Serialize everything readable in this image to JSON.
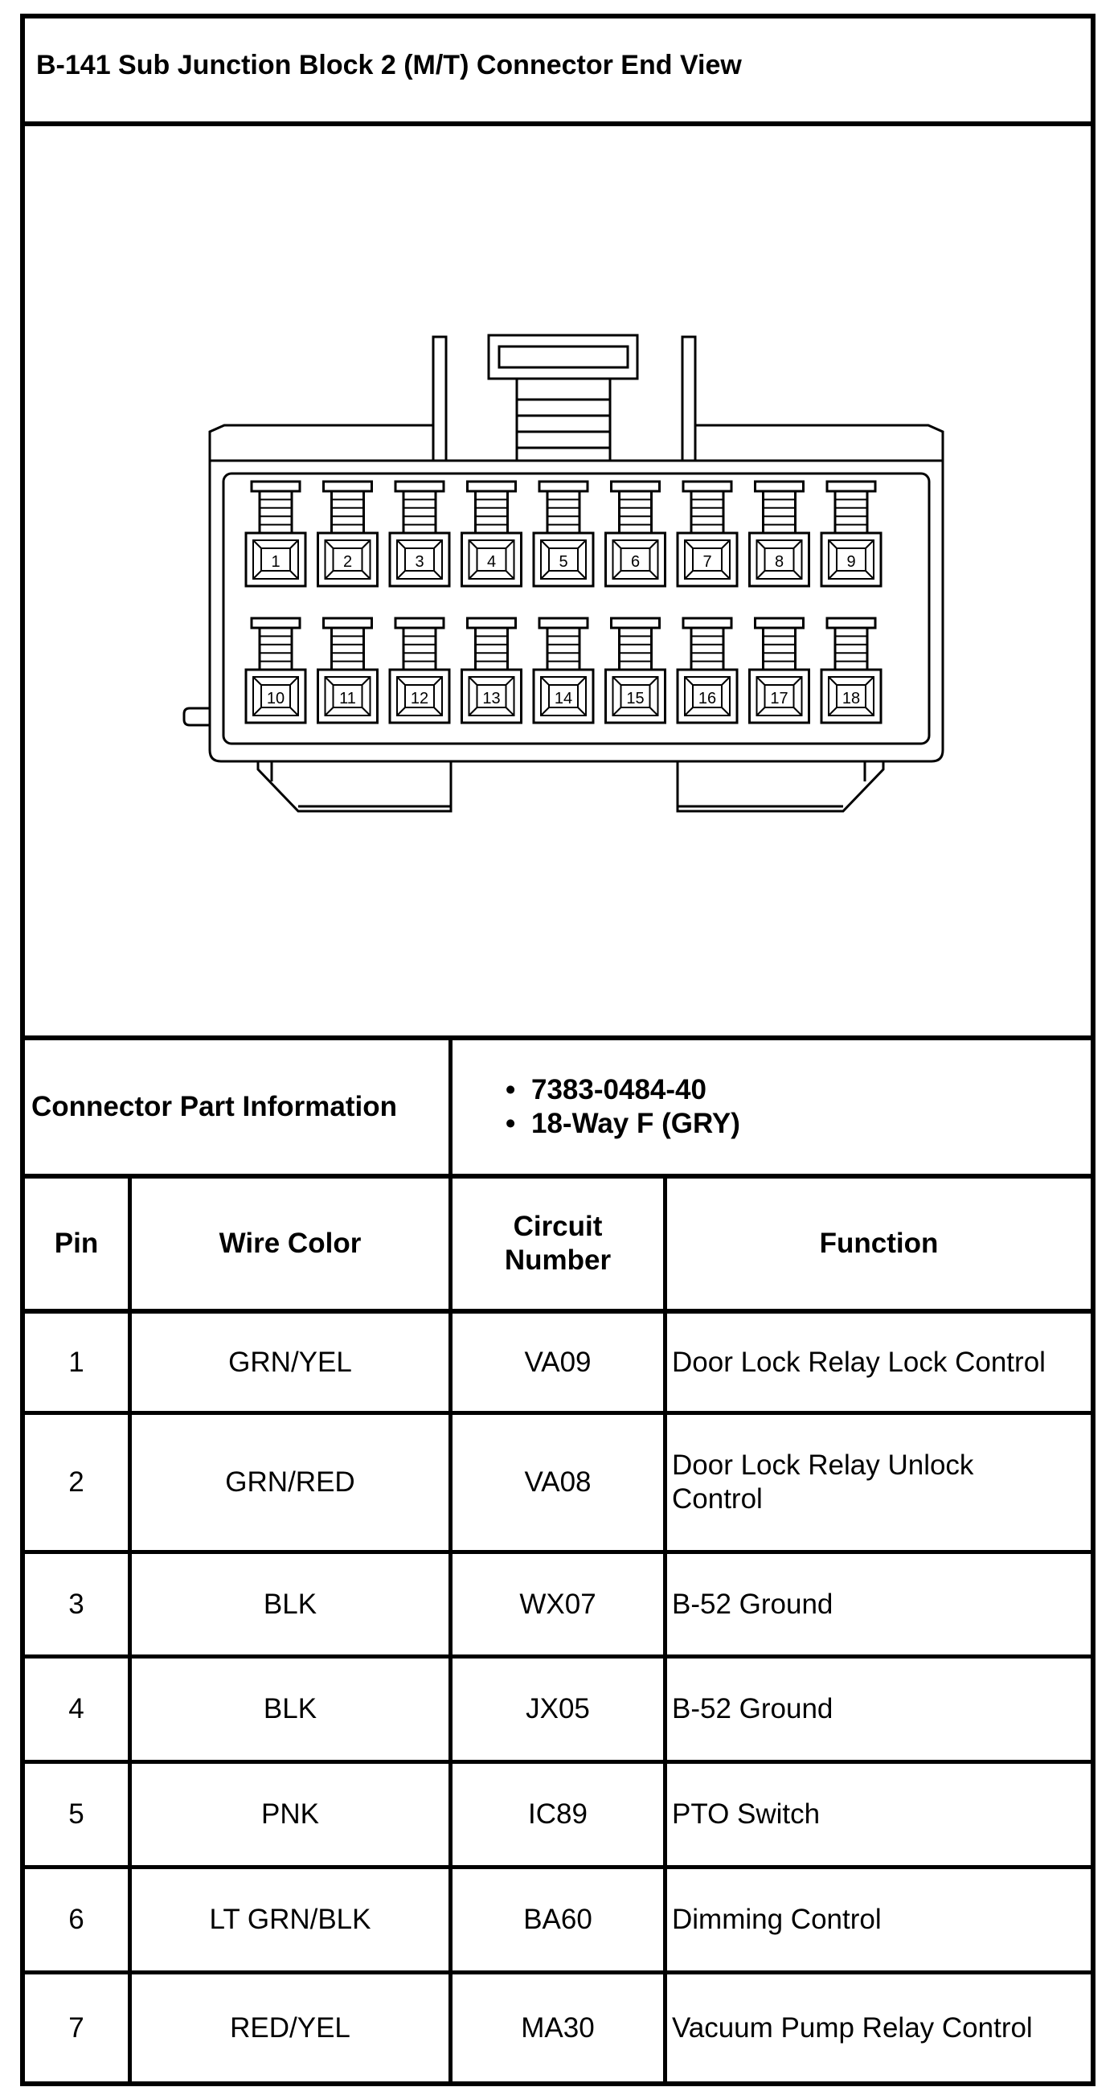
{
  "title": "B-141 Sub Junction Block 2 (M/T) Connector End View",
  "connector": {
    "pins_row1": [
      "1",
      "2",
      "3",
      "4",
      "5",
      "6",
      "7",
      "8",
      "9"
    ],
    "pins_row2": [
      "10",
      "11",
      "12",
      "13",
      "14",
      "15",
      "16",
      "17",
      "18"
    ]
  },
  "part_info": {
    "label": "Connector Part Information",
    "items": [
      "7383-0484-40",
      "18-Way F (GRY)"
    ]
  },
  "table": {
    "headers": [
      "Pin",
      "Wire Color",
      "Circuit Number",
      "Function"
    ],
    "rows": [
      {
        "pin": "1",
        "color": "GRN/YEL",
        "circuit": "VA09",
        "function": "Door Lock Relay Lock Control"
      },
      {
        "pin": "2",
        "color": "GRN/RED",
        "circuit": "VA08",
        "function": "Door Lock Relay Unlock Control"
      },
      {
        "pin": "3",
        "color": "BLK",
        "circuit": "WX07",
        "function": "B-52 Ground"
      },
      {
        "pin": "4",
        "color": "BLK",
        "circuit": "JX05",
        "function": "B-52 Ground"
      },
      {
        "pin": "5",
        "color": "PNK",
        "circuit": "IC89",
        "function": "PTO Switch"
      },
      {
        "pin": "6",
        "color": "LT GRN/BLK",
        "circuit": "BA60",
        "function": "Dimming Control"
      },
      {
        "pin": "7",
        "color": "RED/YEL",
        "circuit": "MA30",
        "function": "Vacuum Pump Relay Control"
      }
    ]
  }
}
